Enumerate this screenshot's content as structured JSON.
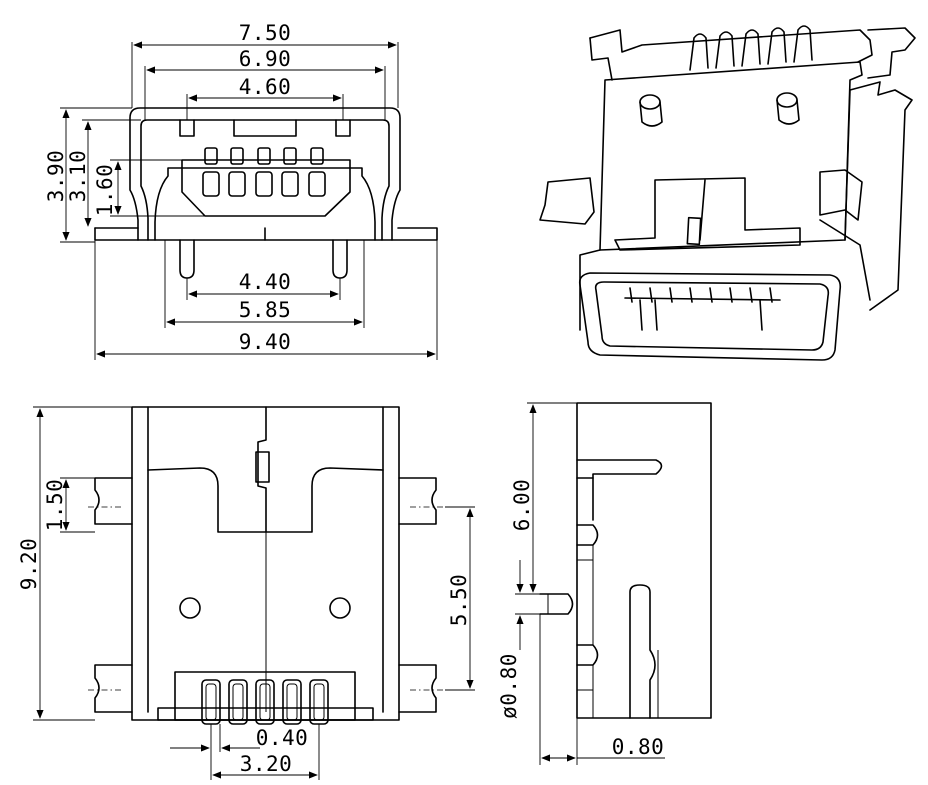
{
  "views": {
    "front": {
      "dims": {
        "width_overall": "7.50",
        "width_shell": "6.90",
        "width_opening": "4.60",
        "height_total": "3.90",
        "height_shell": "3.10",
        "height_opening": "1.60",
        "pin_pitch_post": "4.40",
        "post_span": "5.85",
        "width_total": "9.40"
      }
    },
    "top": {
      "dims": {
        "length_total": "9.20",
        "tab_width": "1.50",
        "tab_spacing": "5.50",
        "pin_pitch": "0.40",
        "pin_span": "3.20"
      }
    },
    "side": {
      "dims": {
        "height_pin": "6.00",
        "post_diameter": "ø0.80",
        "post_height": "0.80"
      }
    },
    "iso": {
      "pin_count": 5
    }
  }
}
